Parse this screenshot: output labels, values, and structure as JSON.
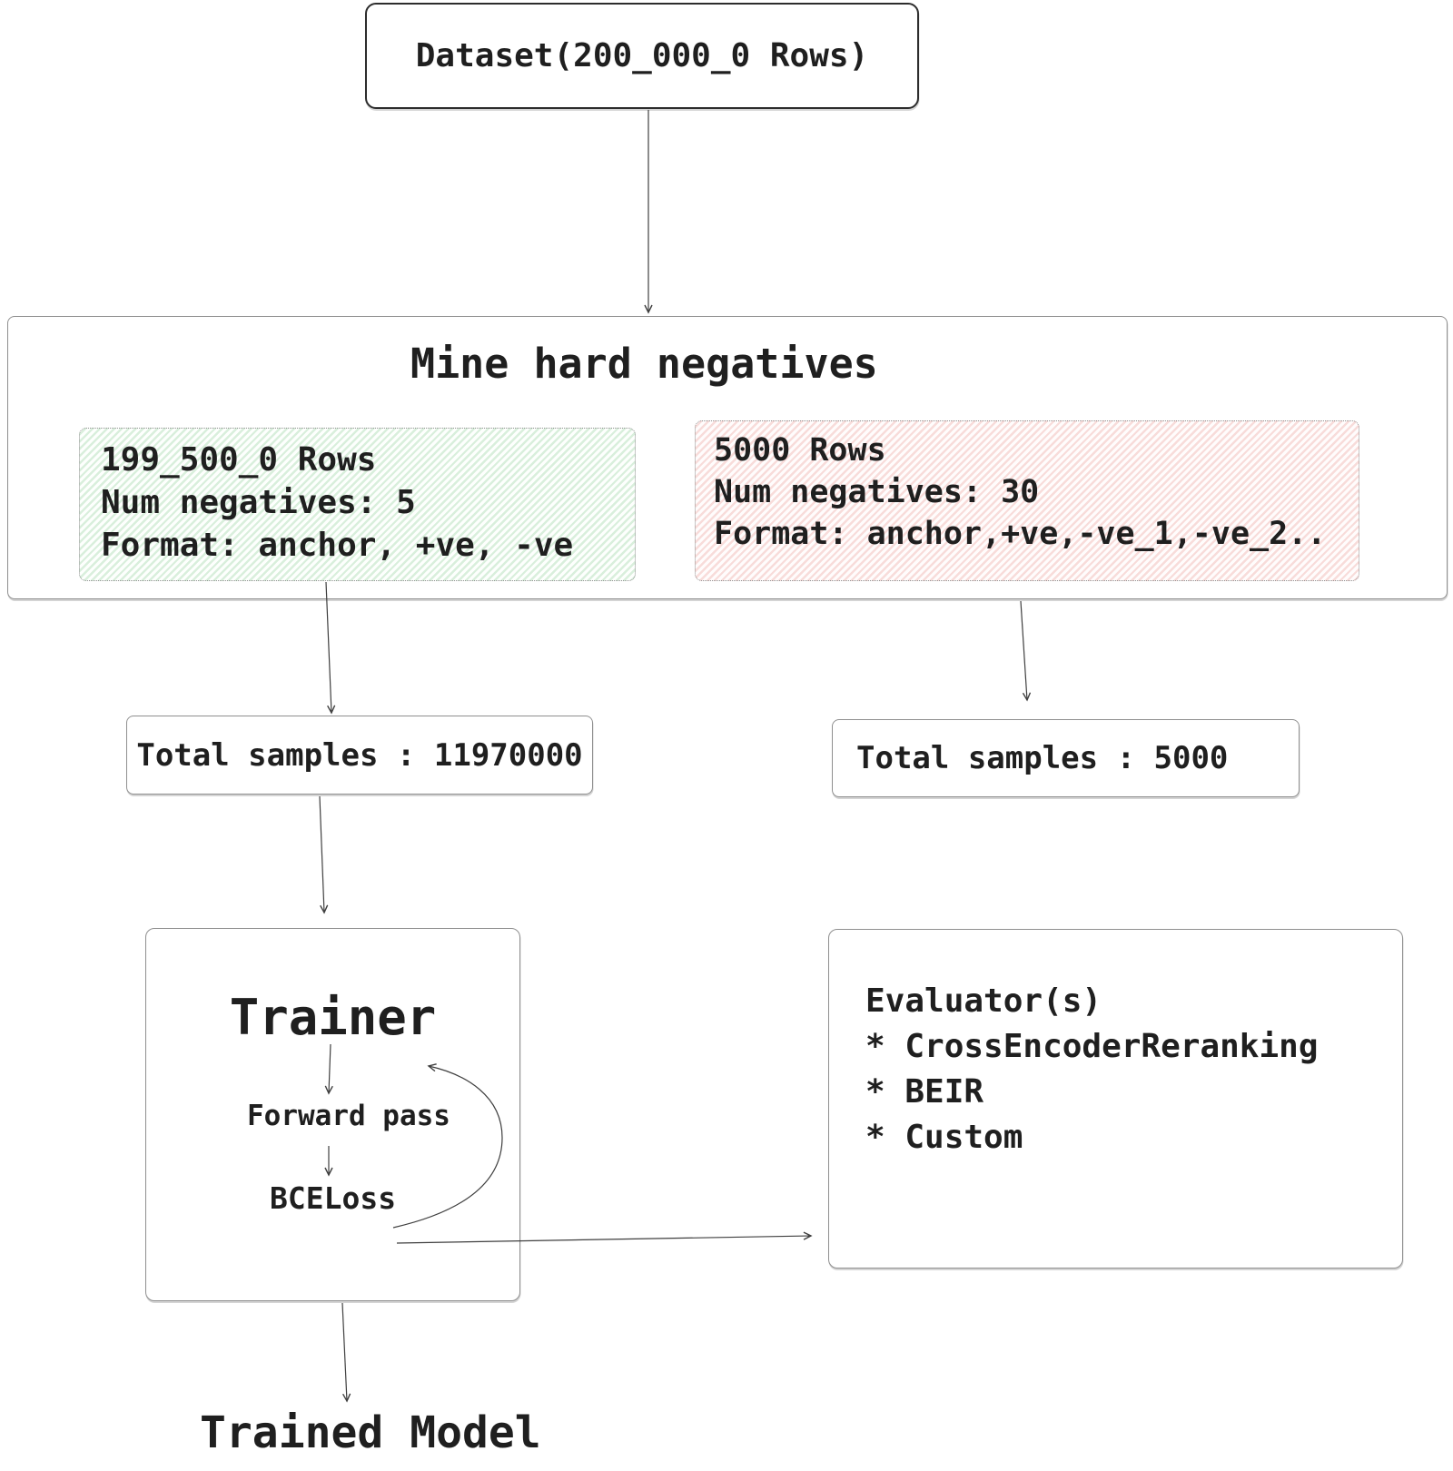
{
  "diagram": {
    "dataset": {
      "label": "Dataset(200_000_0 Rows)"
    },
    "mine": {
      "title": "Mine hard negatives",
      "train_split": {
        "line1": "199_500_0 Rows",
        "line2": "Num negatives: 5",
        "line3": "Format: anchor, +ve, -ve"
      },
      "eval_split": {
        "line1": "5000 Rows",
        "line2": "Num negatives: 30",
        "line3": "Format: anchor,+ve,-ve_1,-ve_2.."
      }
    },
    "totals": {
      "train": "Total samples : 11970000",
      "eval": "Total samples : 5000"
    },
    "trainer": {
      "title": "Trainer",
      "step1": "Forward pass",
      "step2": "BCELoss"
    },
    "evaluator": {
      "title": "Evaluator(s)",
      "items": [
        "* CrossEncoderReranking",
        "* BEIR",
        "* Custom"
      ]
    },
    "output": {
      "label": "Trained Model"
    },
    "colors": {
      "train_split_stripe": "#d9efdc",
      "eval_split_stripe": "#f8dcda",
      "border_gray": "#8f8f8f",
      "line": "#3f3f3f",
      "text": "#1f1f1f"
    }
  }
}
